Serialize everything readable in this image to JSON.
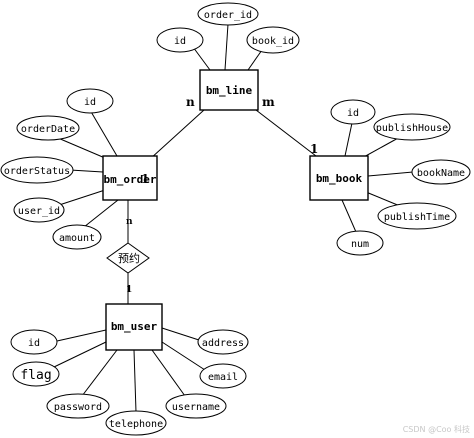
{
  "entities": {
    "bm_line": "bm_line",
    "bm_order": "bm_order",
    "bm_book": "bm_book",
    "bm_user": "bm_user"
  },
  "attributes": {
    "bm_line": [
      "order_id",
      "id",
      "book_id"
    ],
    "bm_order": [
      "id",
      "orderDate",
      "orderStatus",
      "user_id",
      "amount"
    ],
    "bm_book": [
      "id",
      "publishHouse",
      "bookName",
      "publishTime",
      "num"
    ],
    "bm_user": [
      "id",
      "flag",
      "password",
      "telephone",
      "username",
      "email",
      "address"
    ]
  },
  "relationship": "预约",
  "cardinalities": {
    "order_line": "n",
    "line_book": "m",
    "book_line": "1",
    "order_on_box": "1",
    "order_rel": "n",
    "user_rel": "1"
  },
  "watermark": "CSDN @Coo 科技"
}
